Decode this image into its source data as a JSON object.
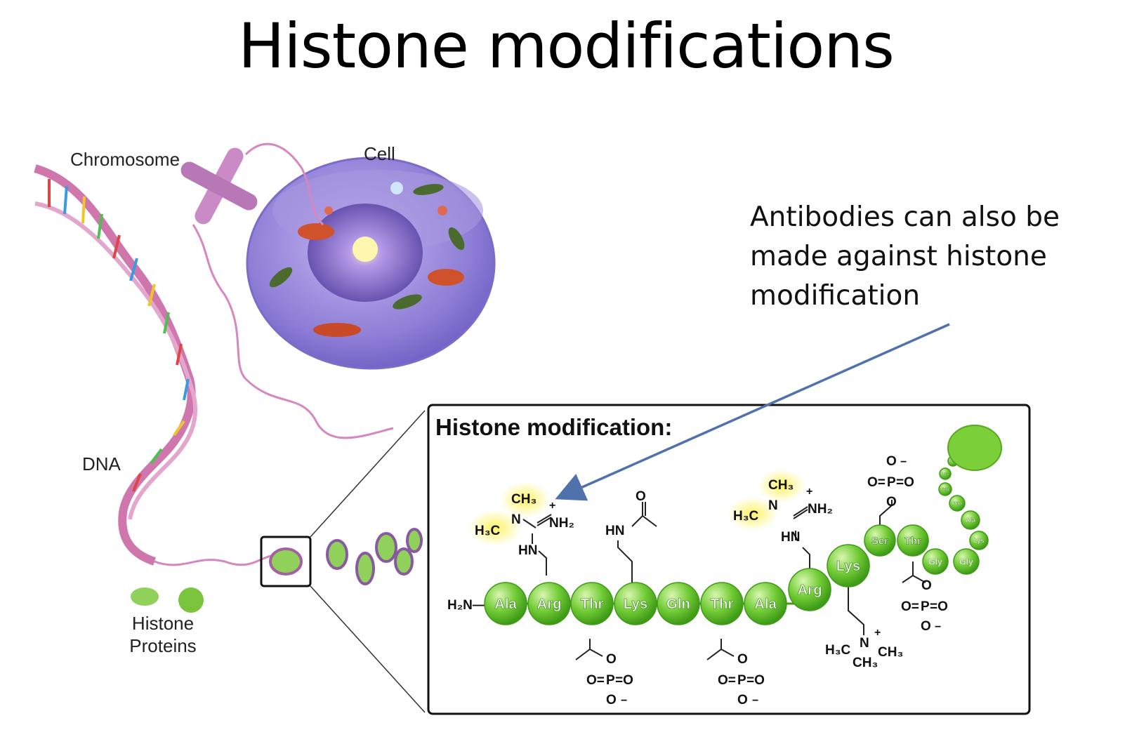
{
  "slide": {
    "title": "Histone modifications",
    "callout_lines": [
      "Antibodies can also be",
      "made against histone",
      "modification"
    ]
  },
  "illustration": {
    "labels": {
      "chromosome": "Chromosome",
      "cell": "Cell",
      "dna": "DNA",
      "histone_line1": "Histone",
      "histone_line2": "Proteins"
    }
  },
  "panel": {
    "title": "Histone modification:",
    "n_terminus": "H₂N—",
    "main_chain": [
      "Ala",
      "Arg",
      "Thr",
      "Lys",
      "Gln",
      "Thr",
      "Ala",
      "Arg",
      "Lys",
      "Ser",
      "Thr",
      "Gly",
      "Gly",
      "Lys",
      "Ala",
      "Pro",
      "Arg",
      "Lys",
      "Gln"
    ],
    "chem": {
      "ch3": "CH₃",
      "h3c": "H₃C",
      "n": "N",
      "nh2": "NH₂",
      "hn": "HN",
      "o": "O",
      "p": "P",
      "o_eq": "O=",
      "eq_o": "=O",
      "plus": "+",
      "minus": "−"
    }
  },
  "colors": {
    "bead_green": "#5cbf2a",
    "bead_light": "#c9f29a",
    "highlight": "#fff35c",
    "arrow": "#4f72ad",
    "membrane": "#9a8fd8",
    "dna_pink": "#c86aa6"
  }
}
